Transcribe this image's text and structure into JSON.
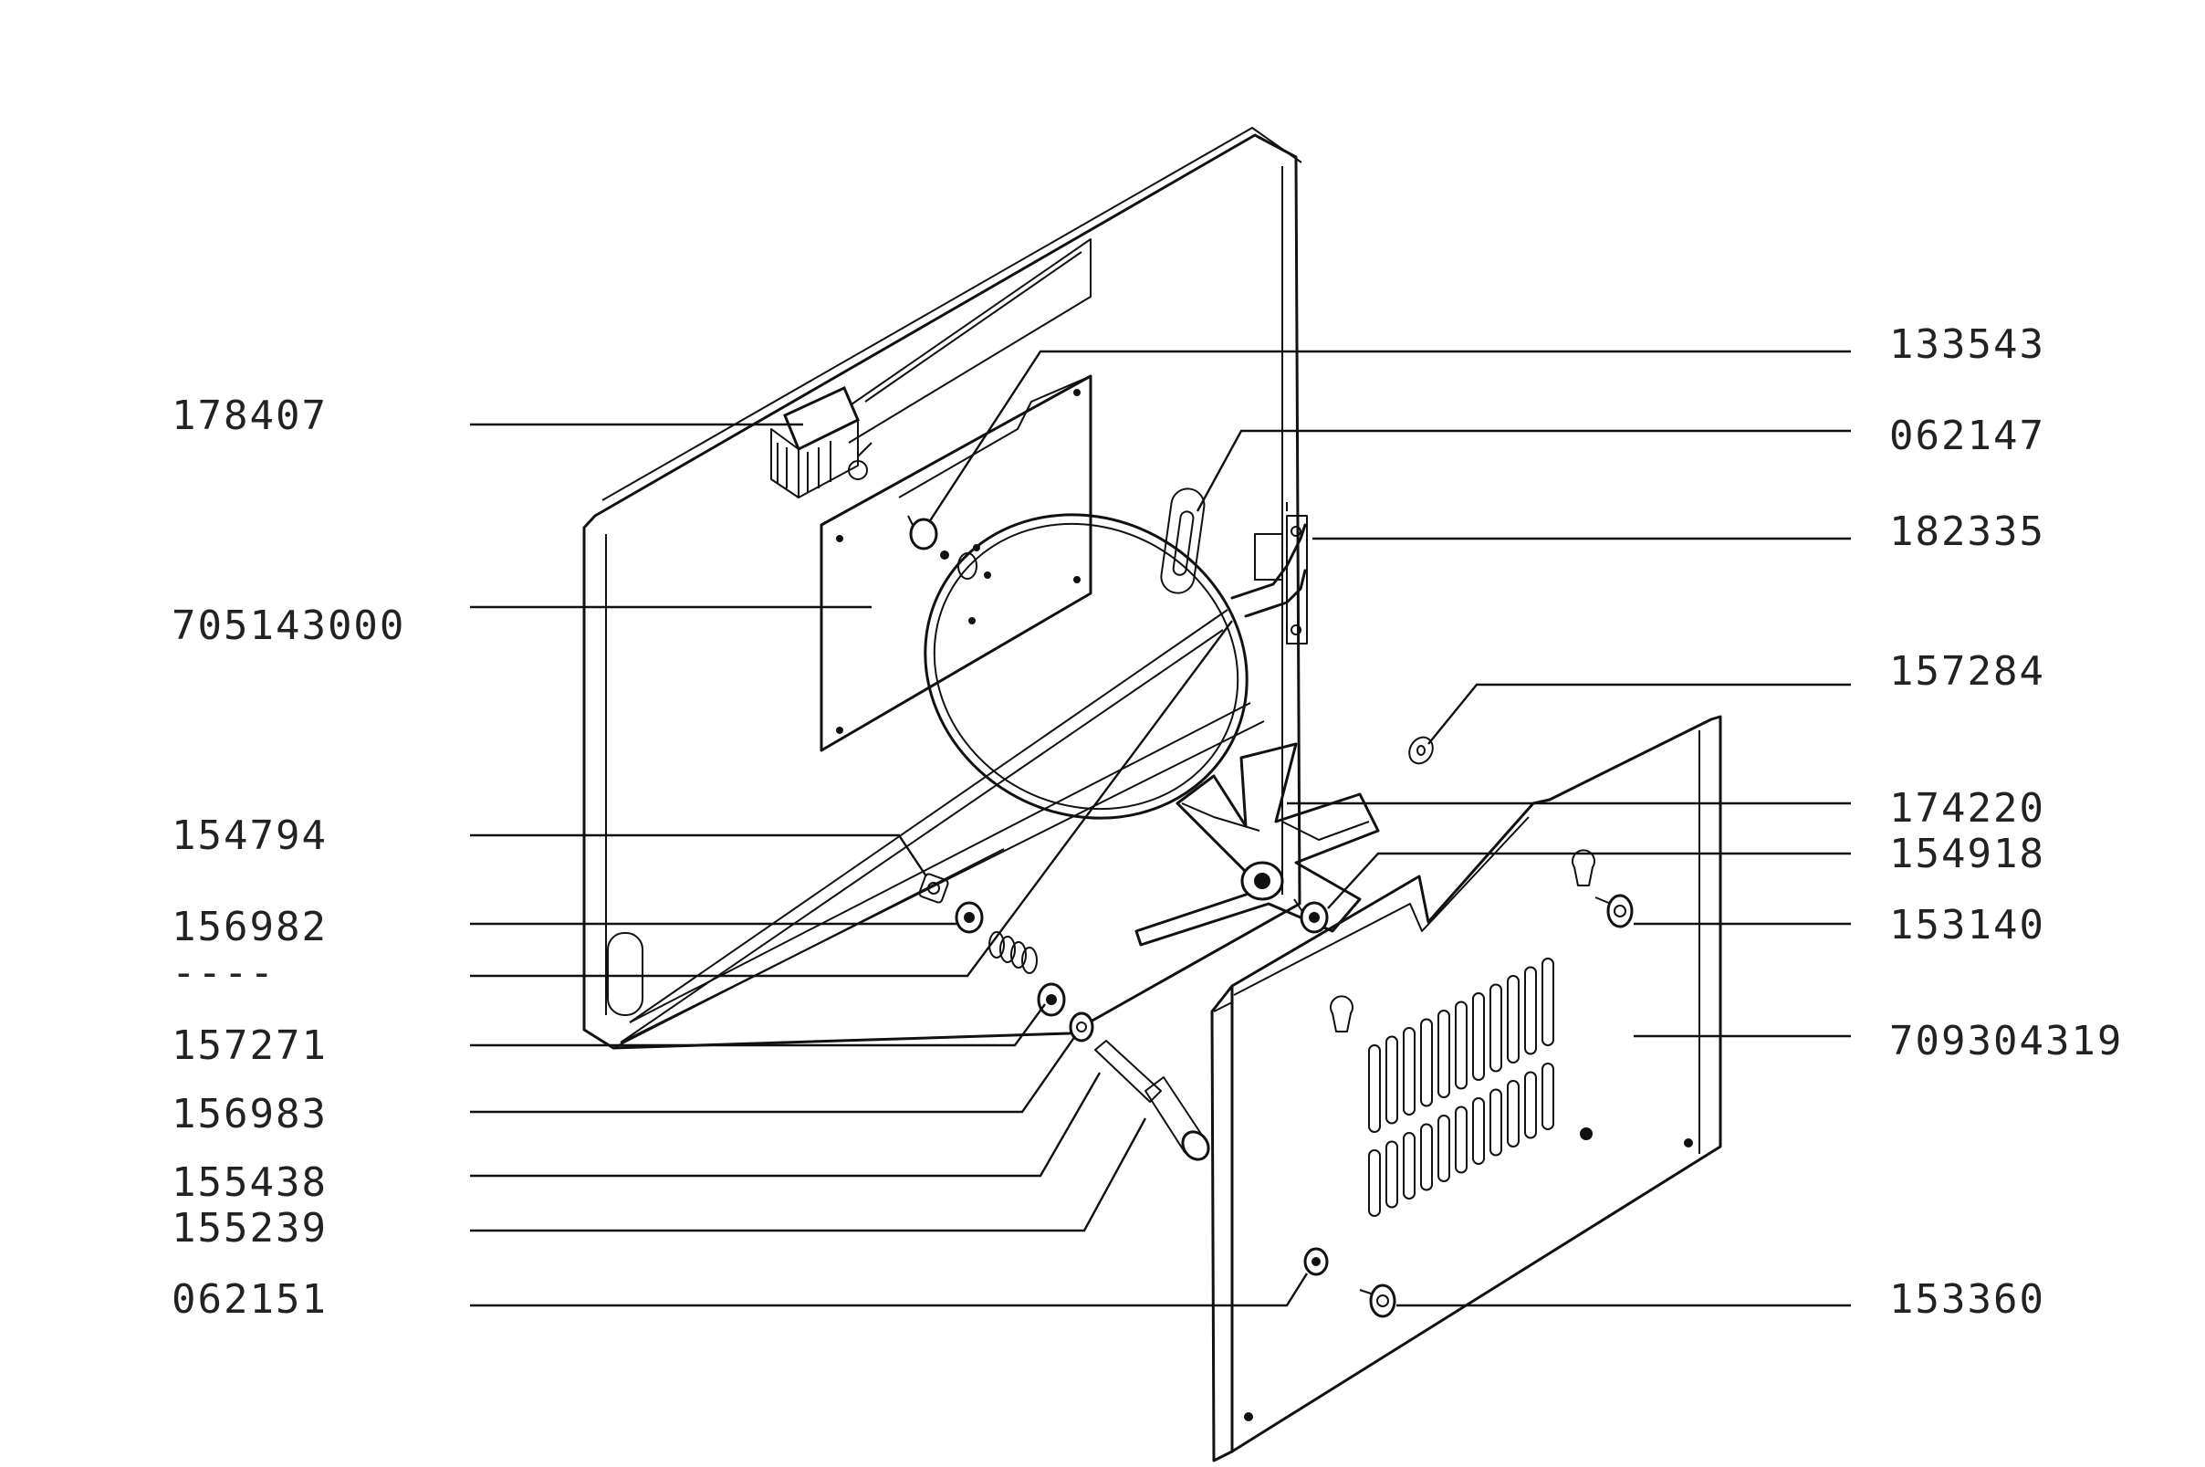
{
  "labels": {
    "left": [
      "178407",
      "705143000",
      "154794",
      "156982",
      "----",
      "157271",
      "156983",
      "155438",
      "155239",
      "062151"
    ],
    "right": [
      "133543",
      "062147",
      "182335",
      "157284",
      "174220",
      "154918",
      "153140",
      "709304319",
      "153360"
    ]
  }
}
